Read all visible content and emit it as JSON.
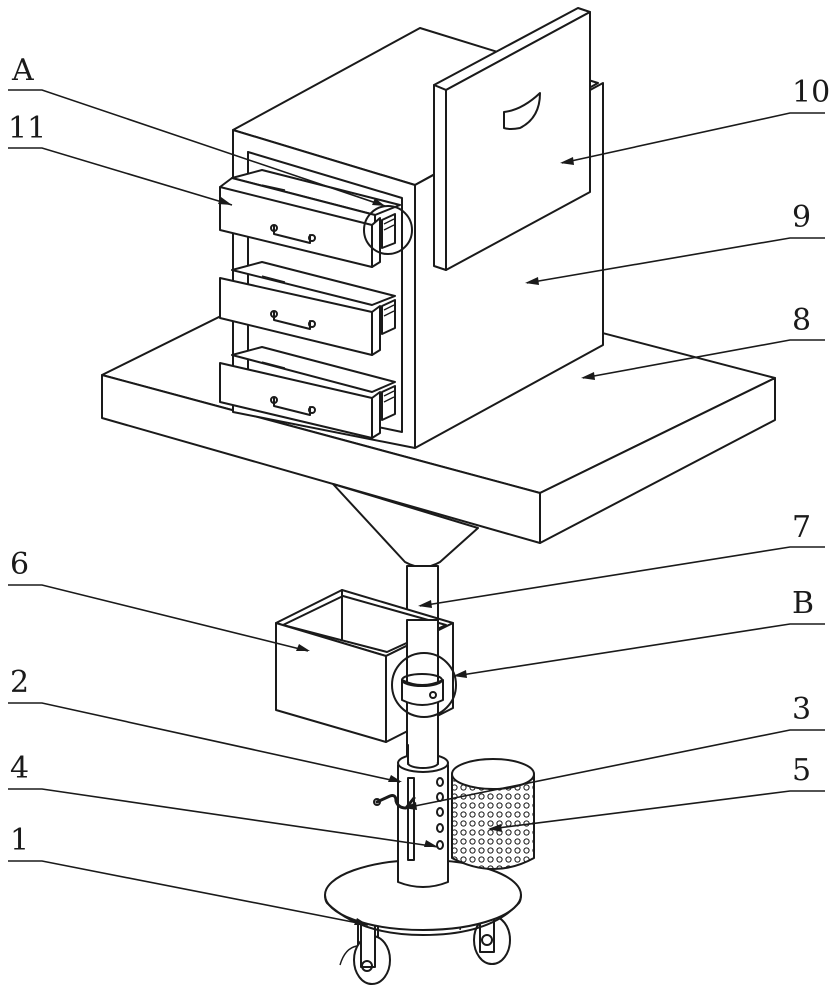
{
  "figure": {
    "type": "patent-perspective-drawing",
    "line_color": "#1a1a1a",
    "background": "#ffffff",
    "callouts": [
      {
        "id": "A",
        "text": "A",
        "part": "drawer-slide-detail-circle"
      },
      {
        "id": "11",
        "text": "11",
        "part": "drawer"
      },
      {
        "id": "10",
        "text": "10",
        "part": "cabinet-door"
      },
      {
        "id": "9",
        "text": "9",
        "part": "cabinet-body"
      },
      {
        "id": "8",
        "text": "8",
        "part": "platform"
      },
      {
        "id": "7",
        "text": "7",
        "part": "support-pole"
      },
      {
        "id": "6",
        "text": "6",
        "part": "storage-box"
      },
      {
        "id": "B",
        "text": "B",
        "part": "collar-detail-circle"
      },
      {
        "id": "2",
        "text": "2",
        "part": "sleeve-tube"
      },
      {
        "id": "3",
        "text": "3",
        "part": "locking-pin"
      },
      {
        "id": "4",
        "text": "4",
        "part": "adjustment-holes"
      },
      {
        "id": "5",
        "text": "5",
        "part": "perforated-basket"
      },
      {
        "id": "1",
        "text": "1",
        "part": "base-with-casters"
      }
    ]
  }
}
